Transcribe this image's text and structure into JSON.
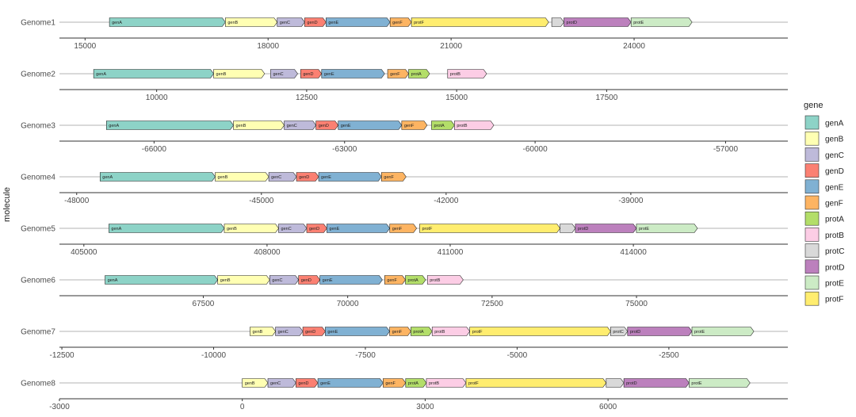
{
  "chart_data": {
    "type": "gene-arrow-map",
    "ylabel": "molecule",
    "legend": {
      "title": "gene",
      "position": "right"
    },
    "colors": {
      "genA": "#8DD3C7",
      "genB": "#FFFFB3",
      "genC": "#BEBADA",
      "genD": "#FB8072",
      "genE": "#80B1D3",
      "genF": "#FDB462",
      "protA": "#B3DE69",
      "protB": "#FCCDE5",
      "protC": "#D9D9D9",
      "protD": "#BC80BD",
      "protE": "#CCEBC5",
      "protF": "#FFED6F"
    },
    "legend_items": [
      "genA",
      "genB",
      "genC",
      "genD",
      "genE",
      "genF",
      "protA",
      "protB",
      "protC",
      "protD",
      "protE",
      "protF"
    ],
    "molecules": [
      {
        "name": "Genome1",
        "xlim": [
          14580,
          26520
        ],
        "ticks": [
          15000,
          18000,
          21000,
          24000
        ],
        "tick_labels": [
          "15000",
          "18000",
          "21000",
          "24000"
        ],
        "genes": [
          {
            "gene": "genA",
            "label": "genA",
            "start": 15400,
            "end": 17300
          },
          {
            "gene": "genB",
            "label": "genB",
            "start": 17300,
            "end": 18150
          },
          {
            "gene": "genC",
            "label": "genC",
            "start": 18150,
            "end": 18600
          },
          {
            "gene": "genD",
            "label": "genD",
            "start": 18600,
            "end": 18950
          },
          {
            "gene": "genE",
            "label": "genE",
            "start": 18950,
            "end": 20000
          },
          {
            "gene": "genF",
            "label": "genF",
            "start": 20000,
            "end": 20350
          },
          {
            "gene": "protF",
            "label": "protF",
            "start": 20350,
            "end": 22600
          },
          {
            "gene": "protC",
            "label": "",
            "start": 22650,
            "end": 22850
          },
          {
            "gene": "protD",
            "label": "protD",
            "start": 22850,
            "end": 23950
          },
          {
            "gene": "protE",
            "label": "protE",
            "start": 23950,
            "end": 24950
          }
        ]
      },
      {
        "name": "Genome2",
        "xlim": [
          8380,
          20520
        ],
        "ticks": [
          10000,
          12500,
          15000,
          17500
        ],
        "tick_labels": [
          "10000",
          "12500",
          "15000",
          "17500"
        ],
        "genes": [
          {
            "gene": "genA",
            "label": "genA",
            "start": 8950,
            "end": 10950
          },
          {
            "gene": "genB",
            "label": "genB",
            "start": 10950,
            "end": 11800
          },
          {
            "gene": "genC",
            "label": "genC",
            "start": 11900,
            "end": 12350
          },
          {
            "gene": "genD",
            "label": "genD",
            "start": 12400,
            "end": 12750
          },
          {
            "gene": "genE",
            "label": "genE",
            "start": 12750,
            "end": 13800
          },
          {
            "gene": "genF",
            "label": "genF",
            "start": 13850,
            "end": 14200
          },
          {
            "gene": "protA",
            "label": "protA",
            "start": 14200,
            "end": 14550
          },
          {
            "gene": "protB",
            "label": "protB",
            "start": 14850,
            "end": 15500
          }
        ]
      },
      {
        "name": "Genome3",
        "xlim": [
          -67490,
          -56020
        ],
        "ticks": [
          -66000,
          -63000,
          -60000,
          -57000
        ],
        "tick_labels": [
          "-66000",
          "-63000",
          "-60000",
          "-57000"
        ],
        "genes": [
          {
            "gene": "genA",
            "label": "genA",
            "start": -66750,
            "end": -64750
          },
          {
            "gene": "genB",
            "label": "genB",
            "start": -64750,
            "end": -63950
          },
          {
            "gene": "genC",
            "label": "genC",
            "start": -63950,
            "end": -63450
          },
          {
            "gene": "genD",
            "label": "genD",
            "start": -63450,
            "end": -63100
          },
          {
            "gene": "genE",
            "label": "genE",
            "start": -63100,
            "end": -62100
          },
          {
            "gene": "genF",
            "label": "genF",
            "start": -62100,
            "end": -61700
          },
          {
            "gene": "protA",
            "label": "protA",
            "start": -61630,
            "end": -61270
          },
          {
            "gene": "protB",
            "label": "protB",
            "start": -61270,
            "end": -60650
          }
        ]
      },
      {
        "name": "Genome4",
        "xlim": [
          -48280,
          -36450
        ],
        "ticks": [
          -48000,
          -45000,
          -42000,
          -39000
        ],
        "tick_labels": [
          "-48000",
          "-45000",
          "-42000",
          "-39000"
        ],
        "genes": [
          {
            "gene": "genA",
            "label": "genA",
            "start": -47620,
            "end": -45750
          },
          {
            "gene": "genB",
            "label": "genB",
            "start": -45750,
            "end": -44880
          },
          {
            "gene": "genC",
            "label": "genC",
            "start": -44880,
            "end": -44430
          },
          {
            "gene": "genD",
            "label": "genD",
            "start": -44430,
            "end": -44070
          },
          {
            "gene": "genE",
            "label": "genE",
            "start": -44070,
            "end": -43050
          },
          {
            "gene": "genF",
            "label": "genF",
            "start": -43050,
            "end": -42650
          }
        ]
      },
      {
        "name": "Genome5",
        "xlim": [
          404600,
          416530
        ],
        "ticks": [
          405000,
          408000,
          411000,
          414000
        ],
        "tick_labels": [
          "405000",
          "408000",
          "411000",
          "414000"
        ],
        "genes": [
          {
            "gene": "genA",
            "label": "genA",
            "start": 405410,
            "end": 407300
          },
          {
            "gene": "genB",
            "label": "genB",
            "start": 407300,
            "end": 408190
          },
          {
            "gene": "genC",
            "label": "genC",
            "start": 408190,
            "end": 408650
          },
          {
            "gene": "genD",
            "label": "genD",
            "start": 408650,
            "end": 408980
          },
          {
            "gene": "genE",
            "label": "genE",
            "start": 408980,
            "end": 410010
          },
          {
            "gene": "genF",
            "label": "genF",
            "start": 410010,
            "end": 410450
          },
          {
            "gene": "protF",
            "label": "protF",
            "start": 410500,
            "end": 412800
          },
          {
            "gene": "protC",
            "label": "",
            "start": 412800,
            "end": 413050
          },
          {
            "gene": "protD",
            "label": "protD",
            "start": 413050,
            "end": 414050
          },
          {
            "gene": "protE",
            "label": "protE",
            "start": 414050,
            "end": 415050
          }
        ]
      },
      {
        "name": "Genome6",
        "xlim": [
          65010,
          77620
        ],
        "ticks": [
          67500,
          70000,
          72500,
          75000
        ],
        "tick_labels": [
          "67500",
          "70000",
          "72500",
          "75000"
        ],
        "genes": [
          {
            "gene": "genA",
            "label": "genA",
            "start": 65800,
            "end": 67750
          },
          {
            "gene": "genB",
            "label": "genB",
            "start": 67750,
            "end": 68650
          },
          {
            "gene": "genC",
            "label": "genC",
            "start": 68650,
            "end": 69150
          },
          {
            "gene": "genD",
            "label": "genD",
            "start": 69150,
            "end": 69520
          },
          {
            "gene": "genE",
            "label": "genE",
            "start": 69520,
            "end": 70600
          },
          {
            "gene": "genF",
            "label": "genF",
            "start": 70640,
            "end": 71000
          },
          {
            "gene": "protA",
            "label": "protA",
            "start": 71000,
            "end": 71350
          },
          {
            "gene": "protB",
            "label": "protB",
            "start": 71380,
            "end": 72000
          }
        ]
      },
      {
        "name": "Genome7",
        "xlim": [
          -12540,
          -540
        ],
        "ticks": [
          -12500,
          -10000,
          -7500,
          -5000,
          -2500
        ],
        "tick_labels": [
          "-12500",
          "-10000",
          "-7500",
          "-5000",
          "-2500"
        ],
        "genes": [
          {
            "gene": "genB",
            "label": "genB",
            "start": -9400,
            "end": -8980
          },
          {
            "gene": "genC",
            "label": "genC",
            "start": -8980,
            "end": -8530
          },
          {
            "gene": "genD",
            "label": "genD",
            "start": -8530,
            "end": -8160
          },
          {
            "gene": "genE",
            "label": "genE",
            "start": -8160,
            "end": -7100
          },
          {
            "gene": "genF",
            "label": "genF",
            "start": -7100,
            "end": -6750
          },
          {
            "gene": "protA",
            "label": "protA",
            "start": -6750,
            "end": -6400
          },
          {
            "gene": "protB",
            "label": "protB",
            "start": -6400,
            "end": -5780
          },
          {
            "gene": "protF",
            "label": "protF",
            "start": -5780,
            "end": -3460
          },
          {
            "gene": "protC",
            "label": "protC",
            "start": -3460,
            "end": -3180
          },
          {
            "gene": "protD",
            "label": "protD",
            "start": -3180,
            "end": -2120
          },
          {
            "gene": "protE",
            "label": "protE",
            "start": -2120,
            "end": -1100
          }
        ]
      },
      {
        "name": "Genome8",
        "xlim": [
          -3000,
          8950
        ],
        "ticks": [
          -3000,
          0,
          3000,
          6000
        ],
        "tick_labels": [
          "-3000",
          "0",
          "3000",
          "6000"
        ],
        "genes": [
          {
            "gene": "genB",
            "label": "genB",
            "start": 0,
            "end": 420
          },
          {
            "gene": "genC",
            "label": "genC",
            "start": 420,
            "end": 880
          },
          {
            "gene": "genD",
            "label": "genD",
            "start": 880,
            "end": 1240
          },
          {
            "gene": "genE",
            "label": "genE",
            "start": 1240,
            "end": 2310
          },
          {
            "gene": "genF",
            "label": "genF",
            "start": 2310,
            "end": 2680
          },
          {
            "gene": "protA",
            "label": "protA",
            "start": 2680,
            "end": 3020
          },
          {
            "gene": "protB",
            "label": "protB",
            "start": 3020,
            "end": 3670
          },
          {
            "gene": "protF",
            "label": "protF",
            "start": 3670,
            "end": 5970
          },
          {
            "gene": "protC",
            "label": "",
            "start": 5970,
            "end": 6260
          },
          {
            "gene": "protD",
            "label": "protD",
            "start": 6260,
            "end": 7330
          },
          {
            "gene": "protE",
            "label": "protE",
            "start": 7330,
            "end": 8330
          }
        ]
      }
    ]
  }
}
